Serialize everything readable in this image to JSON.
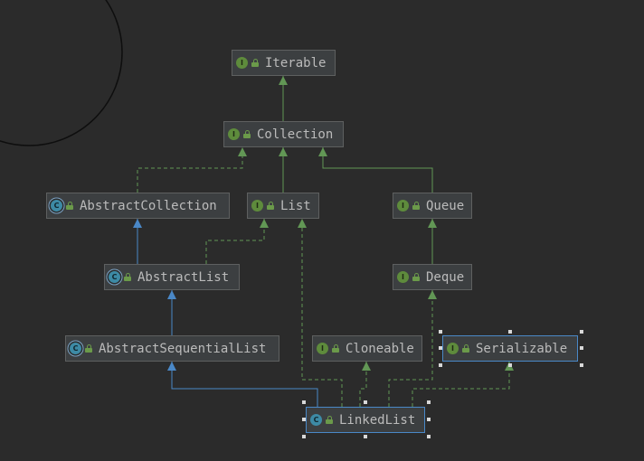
{
  "diagram": {
    "nodes": [
      {
        "id": "iterable",
        "label": "Iterable",
        "kind": "interface",
        "badge": "I"
      },
      {
        "id": "collection",
        "label": "Collection",
        "kind": "interface",
        "badge": "I"
      },
      {
        "id": "abstract-collection",
        "label": "AbstractCollection",
        "kind": "abstract-class",
        "badge": "C"
      },
      {
        "id": "list",
        "label": "List",
        "kind": "interface",
        "badge": "I"
      },
      {
        "id": "queue",
        "label": "Queue",
        "kind": "interface",
        "badge": "I"
      },
      {
        "id": "abstract-list",
        "label": "AbstractList",
        "kind": "abstract-class",
        "badge": "C"
      },
      {
        "id": "deque",
        "label": "Deque",
        "kind": "interface",
        "badge": "I"
      },
      {
        "id": "abstract-sequential-list",
        "label": "AbstractSequentialList",
        "kind": "abstract-class",
        "badge": "C"
      },
      {
        "id": "cloneable",
        "label": "Cloneable",
        "kind": "interface",
        "badge": "I"
      },
      {
        "id": "serializable",
        "label": "Serializable",
        "kind": "interface",
        "badge": "I",
        "selected": true
      },
      {
        "id": "linked-list",
        "label": "LinkedList",
        "kind": "class",
        "badge": "C",
        "selected": true
      }
    ],
    "edges": [
      {
        "from": "collection",
        "to": "iterable",
        "relation": "extends"
      },
      {
        "from": "list",
        "to": "collection",
        "relation": "extends"
      },
      {
        "from": "queue",
        "to": "collection",
        "relation": "extends"
      },
      {
        "from": "abstract-collection",
        "to": "collection",
        "relation": "implements"
      },
      {
        "from": "abstract-list",
        "to": "abstract-collection",
        "relation": "extends"
      },
      {
        "from": "abstract-list",
        "to": "list",
        "relation": "implements"
      },
      {
        "from": "deque",
        "to": "queue",
        "relation": "extends"
      },
      {
        "from": "abstract-sequential-list",
        "to": "abstract-list",
        "relation": "extends"
      },
      {
        "from": "linked-list",
        "to": "abstract-sequential-list",
        "relation": "extends"
      },
      {
        "from": "linked-list",
        "to": "list",
        "relation": "implements"
      },
      {
        "from": "linked-list",
        "to": "cloneable",
        "relation": "implements"
      },
      {
        "from": "linked-list",
        "to": "deque",
        "relation": "implements"
      },
      {
        "from": "linked-list",
        "to": "serializable",
        "relation": "implements"
      }
    ],
    "colors": {
      "background": "#2b2b2b",
      "node_fill": "#3c3f41",
      "node_border": "#5e6060",
      "selection_border": "#4a88c7",
      "text": "#bbbbbb",
      "interface_edge": "#629755",
      "class_edge": "#4a88c7"
    }
  }
}
